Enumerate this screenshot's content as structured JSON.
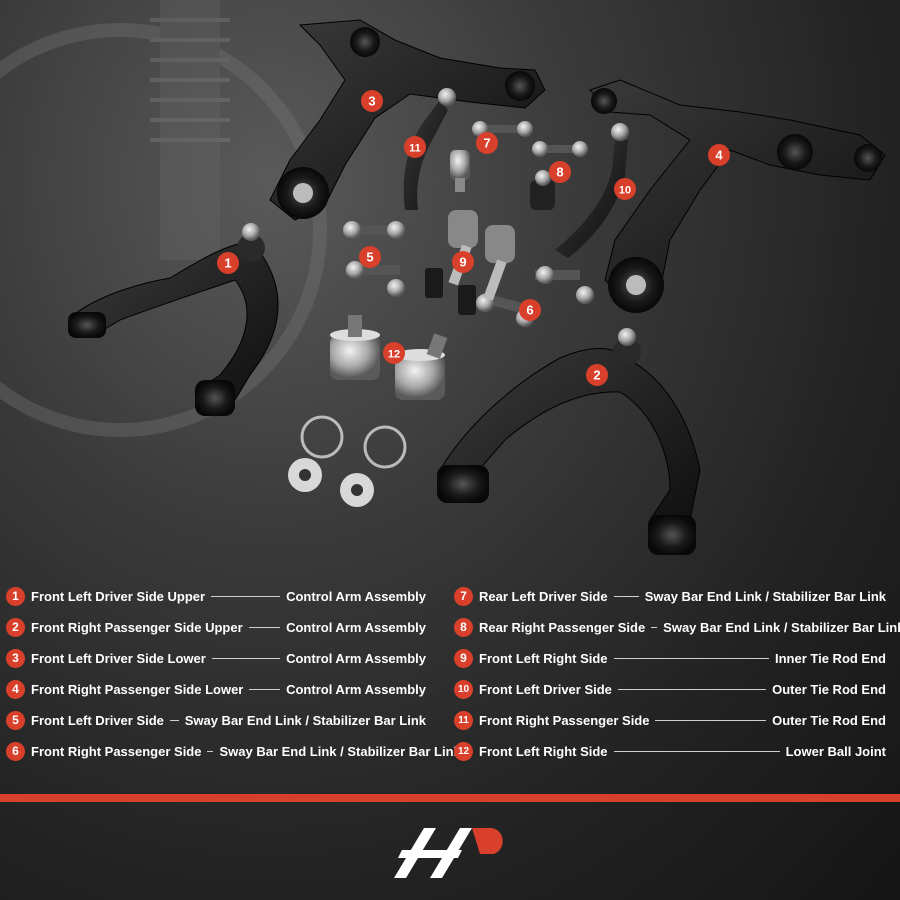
{
  "callouts": [
    {
      "n": "1"
    },
    {
      "n": "2"
    },
    {
      "n": "3"
    },
    {
      "n": "4"
    },
    {
      "n": "5"
    },
    {
      "n": "6"
    },
    {
      "n": "7"
    },
    {
      "n": "8"
    },
    {
      "n": "9"
    },
    {
      "n": "10"
    },
    {
      "n": "11"
    },
    {
      "n": "12"
    }
  ],
  "legend": {
    "left_column": [
      {
        "n": "1",
        "left": "Front Left Driver Side Upper",
        "right": "Control Arm Assembly"
      },
      {
        "n": "2",
        "left": "Front Right Passenger Side Upper",
        "right": "Control Arm Assembly"
      },
      {
        "n": "3",
        "left": "Front Left Driver Side Lower",
        "right": "Control Arm Assembly"
      },
      {
        "n": "4",
        "left": "Front Right Passenger Side Lower",
        "right": "Control Arm Assembly"
      },
      {
        "n": "5",
        "left": "Front Left Driver Side",
        "right": "Sway Bar End Link / Stabilizer Bar Link"
      },
      {
        "n": "6",
        "left": "Front Right Passenger Side",
        "right": "Sway Bar End Link / Stabilizer Bar Link"
      }
    ],
    "right_column": [
      {
        "n": "7",
        "left": "Rear Left Driver Side",
        "right": "Sway Bar End Link / Stabilizer Bar Link"
      },
      {
        "n": "8",
        "left": "Rear Right Passenger Side",
        "right": "Sway Bar End Link / Stabilizer Bar Link"
      },
      {
        "n": "9",
        "left": "Front Left Right Side",
        "right": "Inner Tie Rod End"
      },
      {
        "n": "10",
        "left": "Front Left Driver Side",
        "right": "Outer Tie Rod End"
      },
      {
        "n": "11",
        "left": "Front Right Passenger Side",
        "right": "Outer Tie Rod End"
      },
      {
        "n": "12",
        "left": "Front Left Right Side",
        "right": "Lower Ball Joint"
      }
    ]
  },
  "colors": {
    "accent": "#d9402b",
    "part": "#1c1c1c",
    "text": "#ffffff"
  },
  "logo": {
    "icon": "brand-logo-icon"
  }
}
